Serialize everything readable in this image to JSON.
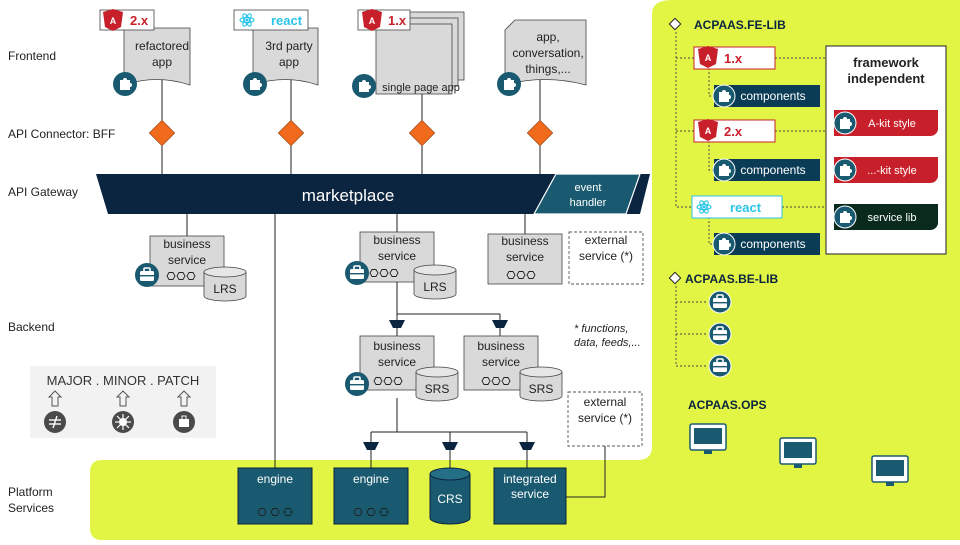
{
  "layers": {
    "frontend": "Frontend",
    "api_connector": "API Connector: BFF",
    "api_gateway": "API Gateway",
    "backend": "Backend",
    "platform_1": "Platform",
    "platform_2": "Services"
  },
  "frontend": {
    "apps": [
      {
        "badge": "2.x",
        "line1": "refactored",
        "line2": "app"
      },
      {
        "badge": "react",
        "line1": "3rd party",
        "line2": "app"
      },
      {
        "badge": "1.x",
        "line1": "single page app"
      },
      {
        "line1": "app,",
        "line2": "conversation,",
        "line3": "things,..."
      }
    ]
  },
  "gateway": {
    "marketplace": "marketplace",
    "event_line1": "event",
    "event_line2": "handler"
  },
  "backend": {
    "bs_line1": "business",
    "bs_line2": "service",
    "lrs": "LRS",
    "srs": "SRS",
    "external_line1": "external",
    "external_line2": "service (*)",
    "note_line1": "* functions,",
    "note_line2": "data, feeds,..."
  },
  "versioning": {
    "label": "MAJOR . MINOR . PATCH"
  },
  "platform": {
    "engine": "engine",
    "crs": "CRS",
    "integrated_line1": "integrated",
    "integrated_line2": "service"
  },
  "fe_lib": {
    "title": "ACPAAS.FE-LIB",
    "versions": [
      "1.x",
      "2.x",
      "react"
    ],
    "components": "components",
    "fw_title_1": "framework",
    "fw_title_2": "independent",
    "fw_items": [
      "A-kit style",
      "...-kit style",
      "service lib"
    ]
  },
  "be_lib": {
    "title": "ACPAAS.BE-LIB"
  },
  "ops": {
    "title": "ACPAAS.OPS"
  },
  "colors": {
    "navy": "#0b2440",
    "teal": "#1a5a70",
    "lime": "#e2f545",
    "orange": "#f26b1d",
    "red": "#c8202a",
    "gray_box": "#d9d9d9"
  }
}
